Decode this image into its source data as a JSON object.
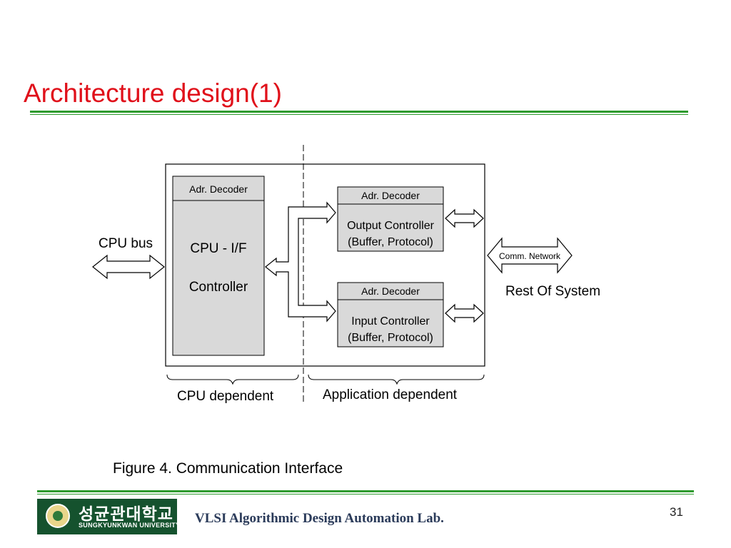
{
  "slide": {
    "title": "Architecture design(1)",
    "caption": "Figure 4. Communication Interface",
    "page_number": "31",
    "footer_lab": "VLSI Algorithmic Design Automation Lab.",
    "logo_korean": "성균관대학교",
    "logo_english": "SUNGKYUNKWAN UNIVERSITY"
  },
  "diagram": {
    "cpu_bus_label": "CPU bus",
    "cpu_block": {
      "decoder_label": "Adr. Decoder",
      "line1": "CPU - I/F",
      "line2": "Controller"
    },
    "output_block": {
      "decoder_label": "Adr. Decoder",
      "line1": "Output Controller",
      "line2": "(Buffer, Protocol)"
    },
    "input_block": {
      "decoder_label": "Adr. Decoder",
      "line1": "Input Controller",
      "line2": "(Buffer, Protocol)"
    },
    "comm_network_label": "Comm. Network",
    "rest_of_system_label": "Rest Of System",
    "cpu_dependent_label": "CPU dependent",
    "application_dependent_label": "Application dependent"
  },
  "colors": {
    "title": "#e0101a",
    "rule": "#2e9a2e",
    "block_fill": "#d9d9d9",
    "logo_bg": "#15522e"
  }
}
